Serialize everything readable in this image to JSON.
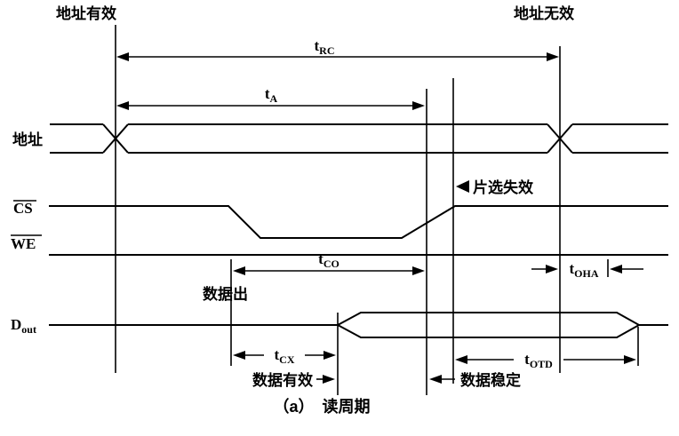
{
  "diagram": {
    "caption": "（a）　读周期",
    "annotations": {
      "address_valid": "地址有效",
      "address_invalid": "地址无效",
      "chip_deselect": "片选失效",
      "data_out": "数据出",
      "data_valid": "数据有效",
      "data_stable": "数据稳定"
    },
    "signals": {
      "address": "地址",
      "cs": "CS",
      "we": "WE",
      "dout_base": "D",
      "dout_sub": "out"
    },
    "timing_params": {
      "trc": {
        "base": "t",
        "sub": "RC"
      },
      "ta": {
        "base": "t",
        "sub": "A"
      },
      "tco": {
        "base": "t",
        "sub": "CO"
      },
      "toha": {
        "base": "t",
        "sub": "OHA"
      },
      "tcx": {
        "base": "t",
        "sub": "CX"
      },
      "totd": {
        "base": "t",
        "sub": "OTD"
      }
    },
    "colors": {
      "line": "#000000",
      "background": "#ffffff"
    }
  }
}
